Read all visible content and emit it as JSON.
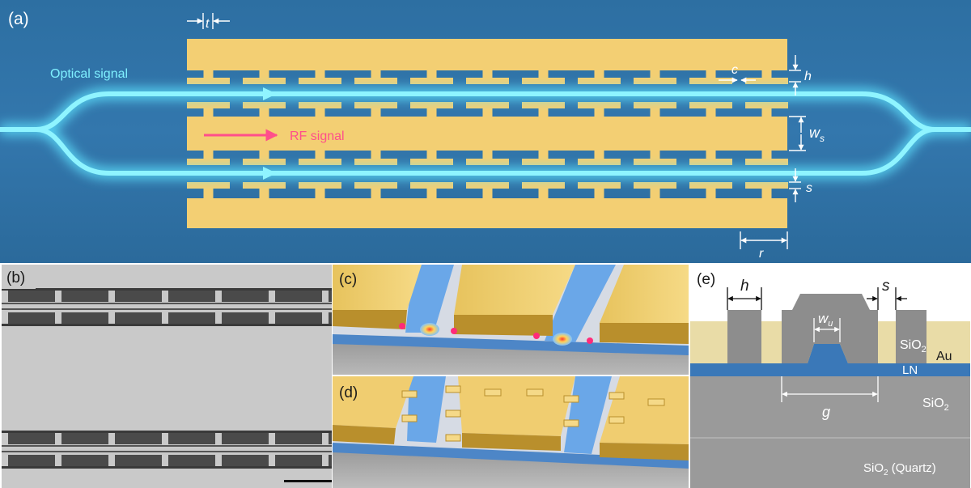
{
  "panels": {
    "a": {
      "label": "(a)",
      "optical_signal": "Optical signal",
      "rf_signal": "RF signal",
      "dims": {
        "t": "t",
        "c": "c",
        "h": "h",
        "ws_main": "w",
        "ws_sub": "s",
        "s": "s",
        "r": "r"
      }
    },
    "b": {
      "label": "(b)"
    },
    "c": {
      "label": "(c)"
    },
    "d": {
      "label": "(d)"
    },
    "e": {
      "label": "(e)",
      "h": "h",
      "s": "s",
      "wu_main": "w",
      "wu_sub": "u",
      "sio2_top": "SiO",
      "sio2_top_sub": "2",
      "au": "Au",
      "ln": "LN",
      "g": "g",
      "sio2_mid": "SiO",
      "sio2_mid_sub": "2",
      "sio2_quartz_a": "SiO",
      "sio2_quartz_sub": "2",
      "sio2_quartz_b": " (Quartz)"
    }
  },
  "colors": {
    "background_blue": "#2a6b9c",
    "electrode_gold": "#f3cf73",
    "waveguide_cyan": "#7ff0ff",
    "rf_pink": "#ff4f8b",
    "sem_gray": "#c8c8c8",
    "sio2_gray": "#8d8d8d",
    "ln_blue": "#3a78b8"
  }
}
